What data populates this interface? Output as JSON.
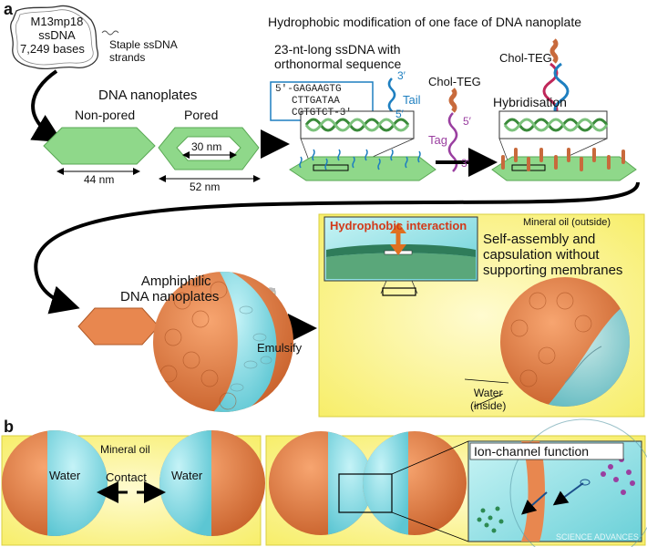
{
  "panel_a": {
    "label": "a",
    "scaffold": {
      "line1": "M13mp18",
      "line2": "ssDNA",
      "line3": "7,249 bases"
    },
    "staple": {
      "line1": "Staple ssDNA",
      "line2": "strands"
    },
    "nanoplates": {
      "title": "DNA nanoplates",
      "nonpored": "Non-pored",
      "pored": "Pored",
      "dim_44": "44 nm",
      "dim_30": "30 nm",
      "dim_52": "52 nm"
    },
    "modification_title": "Hydrophobic modification of one face of DNA nanoplate",
    "ssdna": {
      "line1": "23-nt-long ssDNA with",
      "line2": "orthonormal sequence"
    },
    "sequence": {
      "line1": "5′-GAGAAGTG",
      "line2": "CTTGATAA",
      "line3": "CGTGTCT-3′"
    },
    "tail": {
      "three_prime": "3′",
      "label": "Tail",
      "five_prime": "5′"
    },
    "tag": {
      "chol": "Chol-TEG",
      "five_prime": "5′",
      "label": "Tag",
      "three_prime": "3′"
    },
    "hybrid": {
      "chol": "Chol-TEG",
      "label": "Hybridisation"
    },
    "amphiphilic": {
      "line1": "Amphiphilic",
      "line2": "DNA nanoplates"
    },
    "emulsify": "Emulsify",
    "hydrophobic": "Hydrophobic interaction",
    "mineral_oil": "Mineral oil (outside)",
    "self_assembly": {
      "line1": "Self-assembly and",
      "line2": "capsulation without",
      "line3": "supporting membranes"
    },
    "water": {
      "line1": "Water",
      "line2": "(inside)"
    }
  },
  "panel_b": {
    "label": "b",
    "mineral_oil": "Mineral oil",
    "water_left": "Water",
    "water_right": "Water",
    "contact": "Contact",
    "ion_channel": "Ion-channel function",
    "watermark": "SCIENCE ADVANCES"
  },
  "colors": {
    "green": "#8fd88a",
    "orange": "#e8874f",
    "cyan": "#8fdde6",
    "yellow": "#fff7a8",
    "blue": "#1e7fc0",
    "purple": "#9a3fa0"
  }
}
